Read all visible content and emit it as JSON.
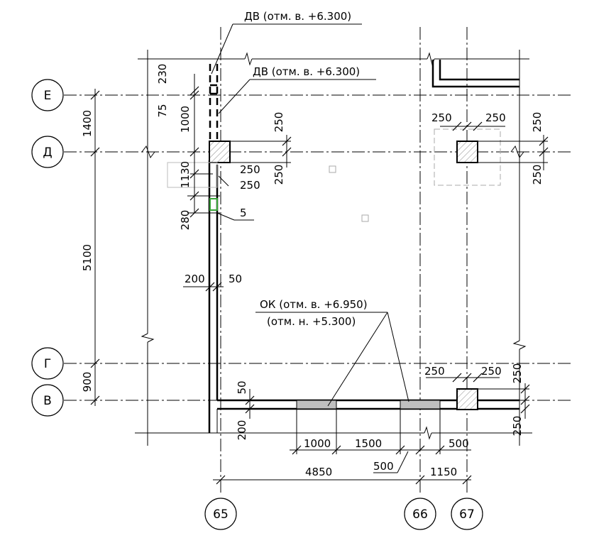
{
  "axes": {
    "rows": [
      "Е",
      "Д",
      "Г",
      "В"
    ],
    "cols": [
      "65",
      "66",
      "67"
    ]
  },
  "labels": {
    "dv_top": "ДВ (отм. в. +6.300)",
    "dv_second": "ДВ (отм. в. +6.300)",
    "ok_line1": "ОК (отм. в. +6.950)",
    "ok_line2": "(отм. н. +5.300)",
    "mark5": "5"
  },
  "dims_left": {
    "d1400": "1400",
    "d5100": "5100",
    "d900": "900",
    "d230": "230",
    "d75": "75",
    "d1000": "1000",
    "d1130": "1130",
    "d280": "280",
    "d200": "200",
    "d50": "50"
  },
  "dims_mid": {
    "col_a_250_top": "250",
    "col_a_250_bot": "250",
    "col_a_250_r1": "250",
    "col_a_250_r2": "250"
  },
  "dims_right": {
    "col_b_250_l": "250",
    "col_b_250_r": "250",
    "col_b_250_v1": "250",
    "col_b_250_v2": "250",
    "col_c_250_l": "250",
    "col_c_250_r": "250",
    "col_c_250_v1": "250",
    "col_c_250_v2": "250"
  },
  "dims_bottom": {
    "d50v": "50",
    "d200v": "200",
    "d1000": "1000",
    "d1500": "1500",
    "d500a": "500",
    "d500b": "500",
    "d4850": "4850",
    "d1150": "1150"
  }
}
